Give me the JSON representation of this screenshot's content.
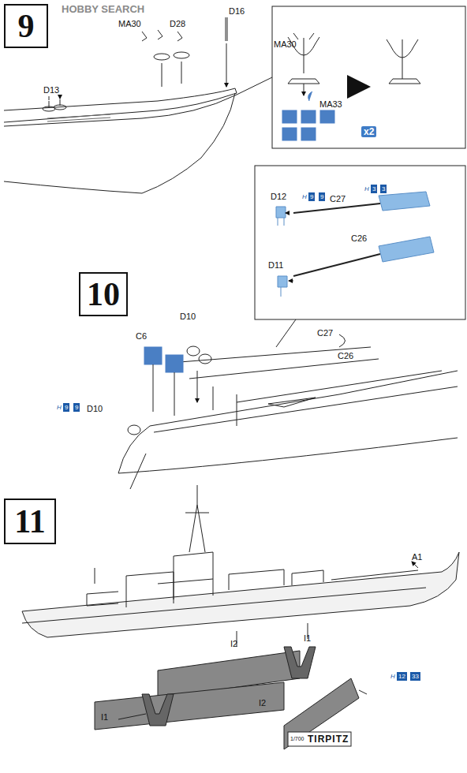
{
  "diagram": {
    "nodes": [
      {
        "text": [
          "9"
        ]
      },
      {
        "text": [
          "10"
        ]
      },
      {
        "text": [
          "11"
        ]
      }
    ],
    "labels": [
      "HOBBY SEARCH",
      "MA30",
      "D28",
      "D16",
      "D13",
      "MA30",
      "MA33",
      "x2",
      "H",
      "9",
      "9",
      "C27",
      "H",
      "3",
      "3",
      "D12",
      "C26",
      "D11",
      "D10",
      "C6",
      "C27",
      "C26",
      "H",
      "9",
      "9",
      "D10",
      "A1",
      "I2",
      "I1",
      "I1",
      "I2",
      "H",
      "12",
      "33",
      "1/700",
      "TIRPITZ"
    ]
  }
}
